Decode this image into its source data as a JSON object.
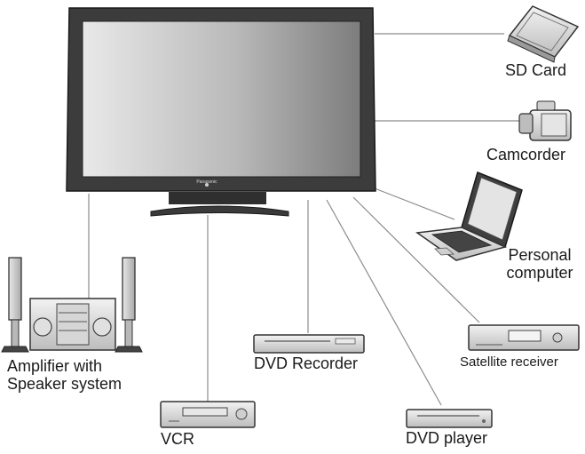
{
  "tv": {
    "brand": "Panasonic"
  },
  "devices": {
    "sd_card": "SD Card",
    "camcorder": "Camcorder",
    "personal_computer": [
      "Personal",
      "computer"
    ],
    "satellite_receiver": "Satellite receiver",
    "dvd_player": "DVD player",
    "dvd_recorder": "DVD Recorder",
    "vcr": "VCR",
    "amplifier": [
      "Amplifier with",
      "Speaker system"
    ]
  }
}
